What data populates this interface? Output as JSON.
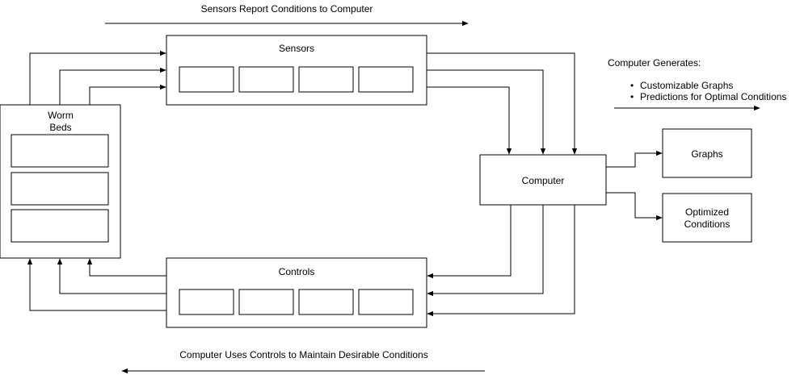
{
  "top_caption": "Sensors Report Conditions to Computer",
  "bottom_caption": "Computer Uses Controls to Maintain Desirable Conditions",
  "sensors": {
    "title": "Sensors"
  },
  "controls": {
    "title": "Controls"
  },
  "worm_beds": {
    "title_line1": "Worm",
    "title_line2": "Beds"
  },
  "computer": {
    "title": "Computer"
  },
  "graphs": {
    "title": "Graphs"
  },
  "optimized": {
    "title_line1": "Optimized",
    "title_line2": "Conditions"
  },
  "generates": {
    "heading": "Computer Generates:",
    "items": [
      "Customizable Graphs",
      "Predictions for Optimal Conditions"
    ]
  }
}
